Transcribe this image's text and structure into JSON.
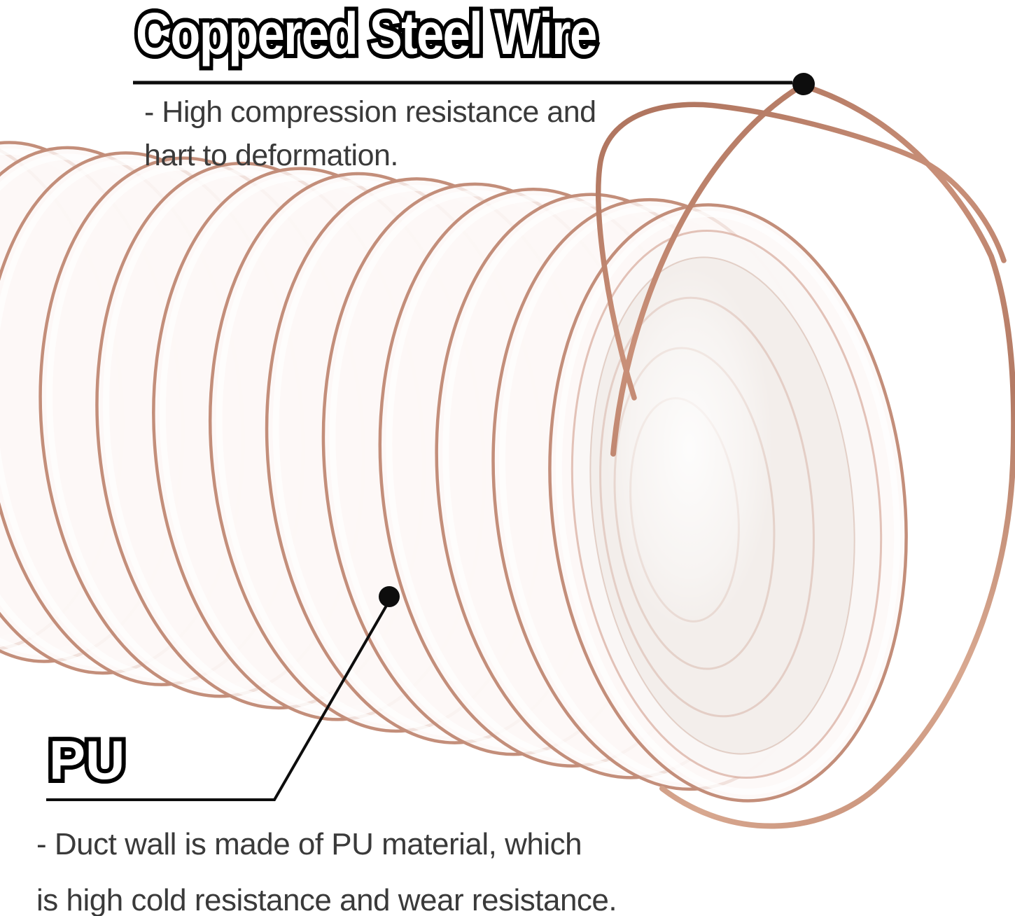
{
  "image": {
    "alt": "Transparent PU flexible duct hose with coppered steel wire spiral; two free wire loops extend to the right"
  },
  "wire_callout": {
    "title": "Coppered Steel Wire",
    "line1": "- High compression resistance and",
    "line2": "hart to deformation."
  },
  "pu_callout": {
    "title": "PU",
    "line1": "- Duct wall is made of PU material, which",
    "line2": "is high cold resistance and wear resistance."
  },
  "colors": {
    "background": "#ffffff",
    "text": "#3a3a3a",
    "outline_text_fill": "#ffffff",
    "outline_text_stroke": "#000000",
    "leader_line": "#0d0d0d",
    "callout_dot": "#0d0d0d",
    "copper_wire": "#bd8169",
    "copper_wire_light": "#dba88f",
    "coil_edge": "#c38e7a",
    "hose_body": "#faf7f5"
  }
}
